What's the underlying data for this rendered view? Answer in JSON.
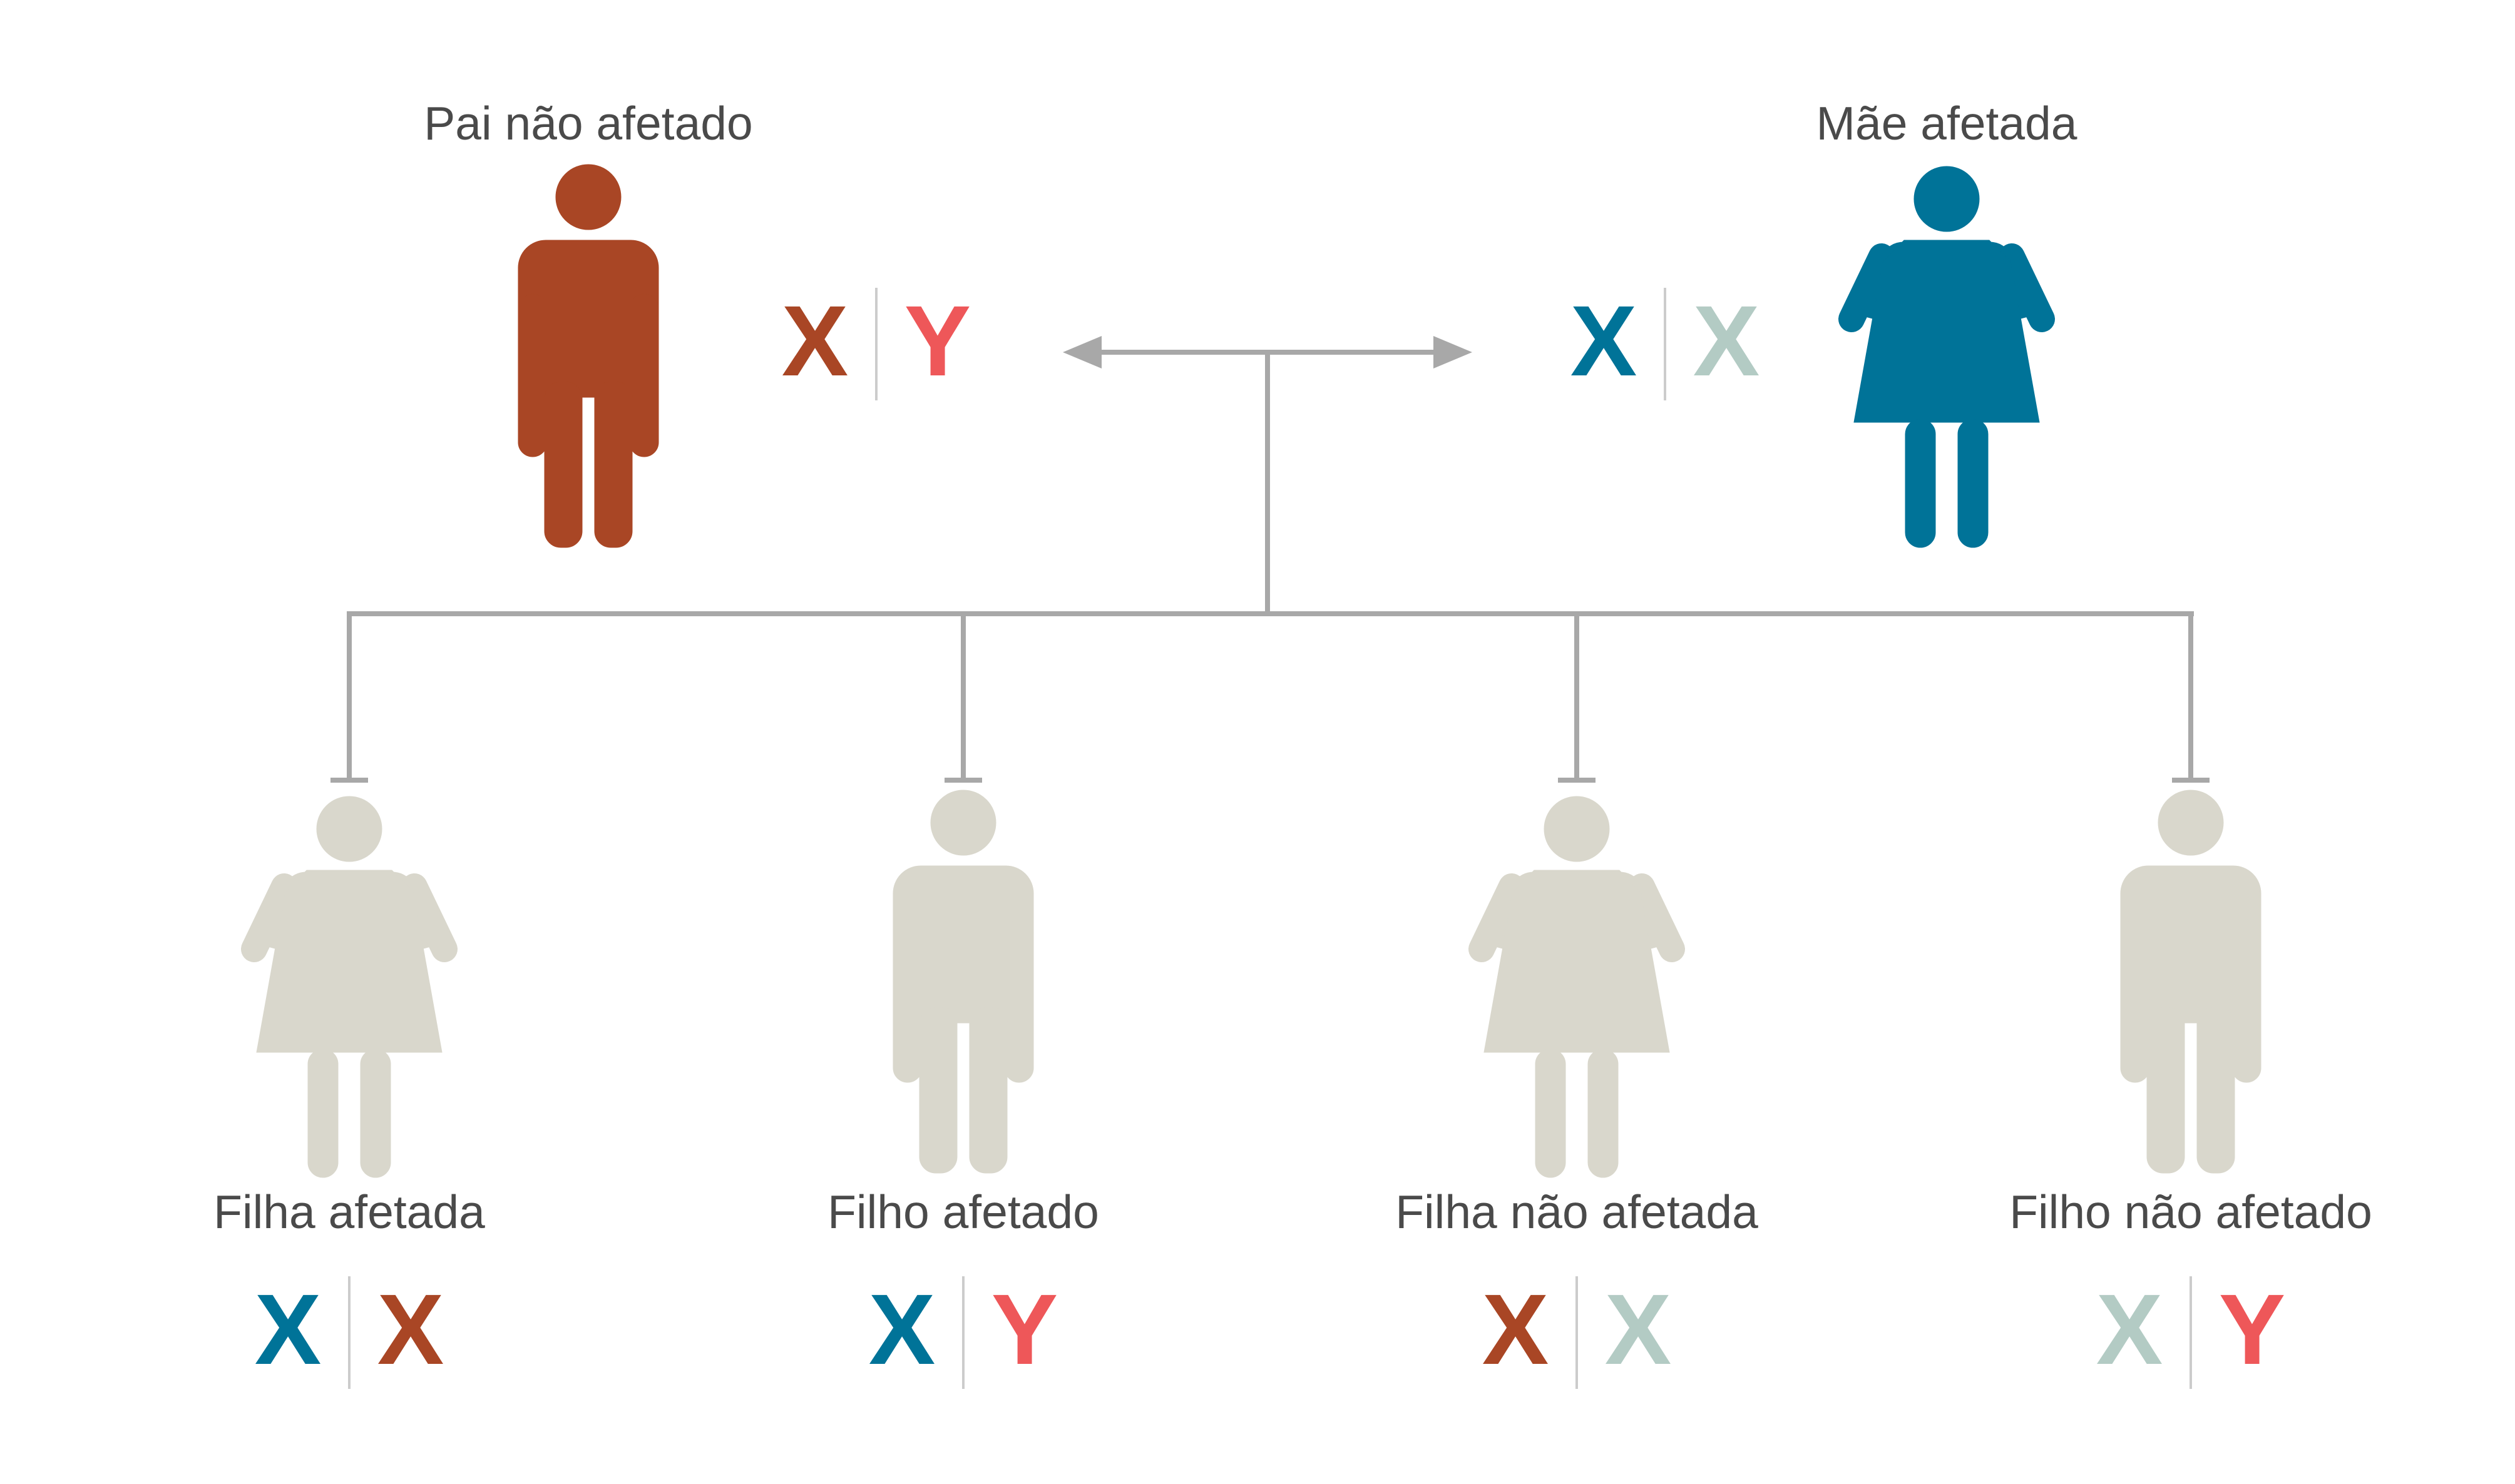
{
  "colors": {
    "father": "#A94625",
    "mother": "#007398",
    "child": "#D9D7CC",
    "x_affected": "#007398",
    "x_normal_mother": "#B3CBC4",
    "x_father": "#A94625",
    "y": "#EE5759",
    "connector": "#A8A8A8",
    "label": "#4A4A4A"
  },
  "parents": {
    "father": {
      "label": "Pai não afetado",
      "icon": "male-person-icon",
      "chromosomes": [
        {
          "letter": "X",
          "color": "#A94625"
        },
        {
          "letter": "Y",
          "color": "#EE5759"
        }
      ]
    },
    "mother": {
      "label": "Mãe afetada",
      "icon": "female-person-icon",
      "chromosomes": [
        {
          "letter": "X",
          "color": "#007398"
        },
        {
          "letter": "X",
          "color": "#B3CBC4"
        }
      ]
    }
  },
  "children": [
    {
      "label": "Filha afetada",
      "icon": "female-person-icon",
      "chromosomes": [
        {
          "letter": "X",
          "color": "#007398"
        },
        {
          "letter": "X",
          "color": "#A94625"
        }
      ]
    },
    {
      "label": "Filho afetado",
      "icon": "male-person-icon",
      "chromosomes": [
        {
          "letter": "X",
          "color": "#007398"
        },
        {
          "letter": "Y",
          "color": "#EE5759"
        }
      ]
    },
    {
      "label": "Filha não afetada",
      "icon": "female-person-icon",
      "chromosomes": [
        {
          "letter": "X",
          "color": "#A94625"
        },
        {
          "letter": "X",
          "color": "#B3CBC4"
        }
      ]
    },
    {
      "label": "Filho não afetado",
      "icon": "male-person-icon",
      "chromosomes": [
        {
          "letter": "X",
          "color": "#B3CBC4"
        },
        {
          "letter": "Y",
          "color": "#EE5759"
        }
      ]
    }
  ]
}
